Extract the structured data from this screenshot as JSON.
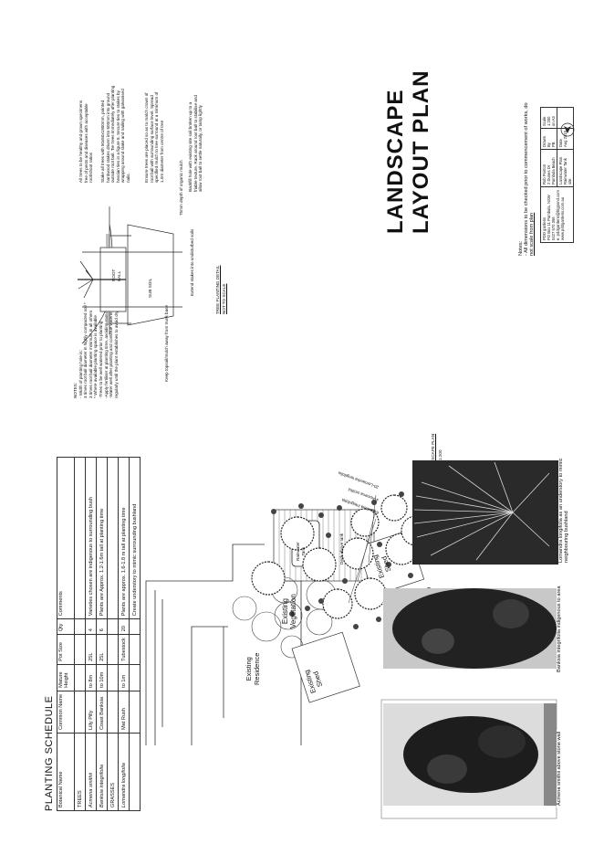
{
  "page_title": "LANDSCAPE LAYOUT PLAN",
  "schedule": {
    "title": "PLANTING SCHEDULE",
    "headers": [
      "Botanical Name",
      "Common Name",
      "Mature Height",
      "Pot Size",
      "Qty",
      "Comments"
    ],
    "rows": [
      {
        "group": "TREES"
      },
      {
        "botanical": "Acmena smithii",
        "common": "Lilly Pilly",
        "height": "to 8m",
        "pot": "25L",
        "qty": "4",
        "comment": "Varieties chosen are indigenous to surrounding bush"
      },
      {
        "botanical": "Banksia integrifolia",
        "common": "Coast Banksia",
        "height": "to 10m",
        "pot": "25L",
        "qty": "6",
        "comment": "Plants are Approx. 1.2-1.6m tall at planting time"
      },
      {
        "group": "GRASSES"
      },
      {
        "botanical": "Lomandra longifolia",
        "common": "Mat Rush",
        "height": "to 1m",
        "pot": "Tubestock",
        "qty": "20",
        "comment": "Plants are approx. 1.6-1.8 m tall at planting time"
      },
      {
        "botanical": "",
        "common": "",
        "height": "",
        "pot": "",
        "qty": "",
        "comment": "Create understory to mimic surrounding bushland"
      }
    ]
  },
  "plan": {
    "existing_residence": "Existing\nResidence",
    "existing_vegetation": "Existing\nVegetation",
    "existing_shed_1": "Existing\nShed",
    "existing_shed_2": "Existing\nShed",
    "rainwater_tank": "Rainwater\nTank",
    "deck": "Deck above tank",
    "callout_1": "6-Banksia integrifolia",
    "callout_2": "4-Acmena smithii",
    "callout_3": "20-Lomandra longifolia",
    "scale_title": "LANDSCAPE PLAN",
    "scale_value": "1:200"
  },
  "notes_top": {
    "heading": "NOTES:",
    "lines": [
      "- Width of planting hole is:",
      "3 times root ball diameter in highly compacted soil *",
      "3 times root ball diameter minimum in all others",
      "* Where available planting space is available",
      "-Trees to be well watered prior to planting",
      "-Apply fertiliser at planting time, avoiding root contact",
      "-Water well after planting and continue watering",
      "regularly until the plant establishes to avoid drying"
    ],
    "keep_topsoil": "Keep topsoil/mulch away from trunk base"
  },
  "tree_detail": {
    "title": "TREE PLANTING DETAIL",
    "subtitle": "NOT TO SCALE",
    "root_ball": "ROOT\nBALL",
    "sub_soil": "SUB SOIL",
    "annotations": [
      "All trees to be healthy and grown specimens free of pests and diseases with acceptable root/shoot ratios",
      "Stake all trees with 50x50x1800mm, pointed hardwood stakes driven into 600mm into ground outside root ball. Tie trees immediately after planting hessian ties in a figure 8. Secure ties to stakes by wrapping around stake and nailing with galvanised nails.",
      "Ensure trees are placed so as to match crown of root ball with surrounding surface level. Spread specified mulch to tree surround at a minimum of 1.0m diameter from centre of tree",
      "75mm depth of organic mulch",
      "Backfill hole with existing site soil broken up to a friable texture. Rack around root ball to stabilise and allow root ball to settle naturally, or tamp lightly",
      "Extend stakes into undisturbed soils"
    ]
  },
  "photos": {
    "caption_1": "Acmena smithii above stone wall",
    "caption_2": "Banksia integrifolia indigenous to area",
    "caption_3": "Lomandra longifolia as an understory to mimic neighbouring bushland"
  },
  "bottom_notes": {
    "heading": "Notes:",
    "lines": [
      "- All dimensions to be checked prior to commencement of works, do",
      "not scale from plan"
    ]
  },
  "title_block": {
    "company": "PDD gardens",
    "address_1": "PO Box 11 Pambula, NSW",
    "phone": "0427 570 356",
    "email": "e: pddgardens@bigpond.com",
    "web": "www.pddgardens.com.au",
    "client": "Rob Poirton",
    "client_addr_1": "2 Dunes Dr",
    "client_addr_2": "Pambula Beach",
    "drawing_label": "Landscape Plan",
    "drawing_sub": "Rainwater Tank site",
    "drawn_by": "Drawn By",
    "drawn_value": "PB",
    "scale_label": "Scale",
    "scale_value": "1:200",
    "scale_size": "on A3",
    "date_label": "Date",
    "date_value": "Aug 2015"
  }
}
